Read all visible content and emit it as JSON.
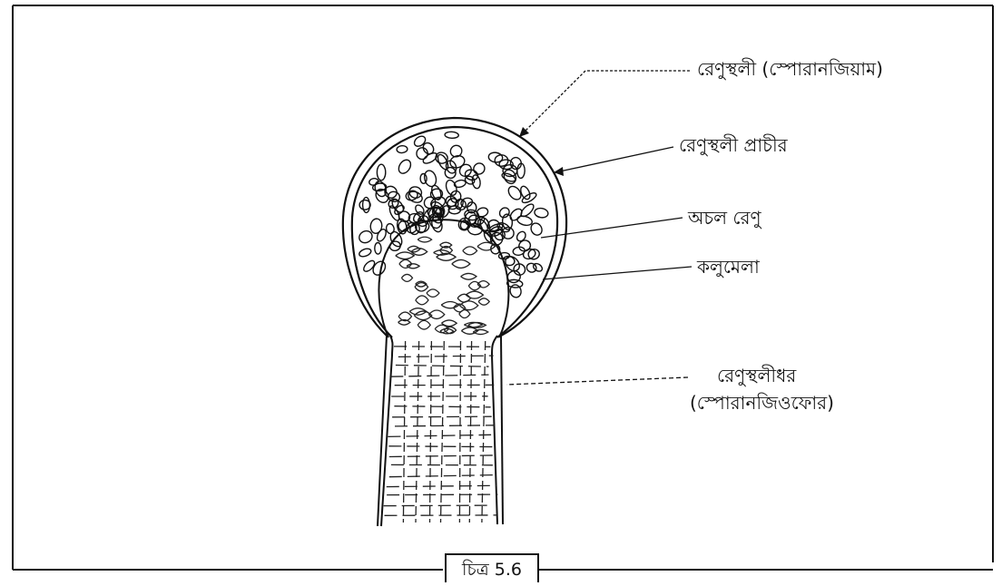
{
  "labels": {
    "sporangium": "রেণুস্থলী (স্পোরানজিয়াম)",
    "sporangium_wall": "রেণুস্থলী প্রাচীর",
    "aplanospore": "অচল রেণু",
    "columella": "কলুমেলা",
    "sporangiophore_line1": "রেণুস্থলীধর",
    "sporangiophore_line2": "(স্পোরানজিওফোর)"
  },
  "caption": "চিত্র 5.6"
}
